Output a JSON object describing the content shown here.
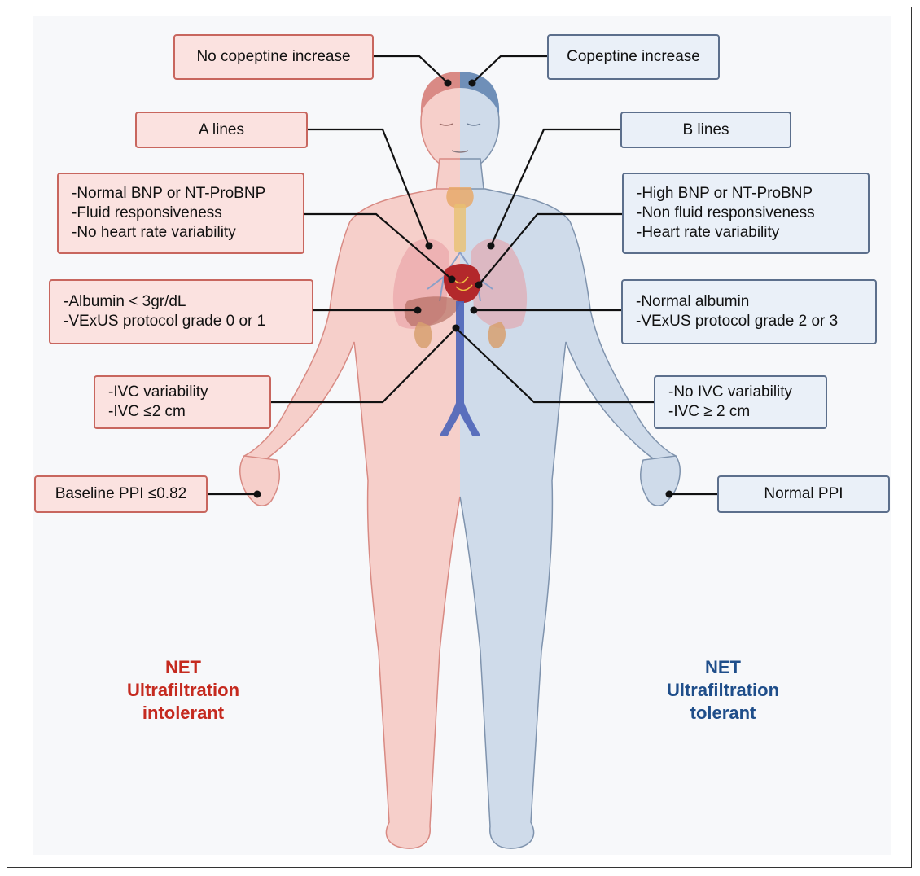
{
  "left": {
    "copeptine": "No copeptine increase",
    "lines": "A lines",
    "bnp": [
      "-Normal BNP or NT-ProBNP",
      "-Fluid responsiveness",
      "-No heart rate variability"
    ],
    "albumin": [
      "-Albumin < 3gr/dL",
      "-VExUS protocol grade 0 or 1"
    ],
    "ivc": [
      "-IVC variability",
      "-IVC ≤2 cm"
    ],
    "ppi": "Baseline PPI ≤0.82",
    "caption": [
      "NET",
      "Ultrafiltration",
      "intolerant"
    ]
  },
  "right": {
    "copeptine": "Copeptine increase",
    "lines": "B lines",
    "bnp": [
      "-High BNP or NT-ProBNP",
      "-Non fluid responsiveness",
      "-Heart rate variability"
    ],
    "albumin": [
      "-Normal albumin",
      "-VExUS protocol grade 2 or 3"
    ],
    "ivc": [
      "-No IVC variability",
      "-IVC ≥ 2 cm"
    ],
    "ppi": "Normal PPI",
    "caption": [
      "NET",
      "Ultrafiltration",
      "tolerant"
    ]
  },
  "colors": {
    "left_accent": "#c52a1f",
    "right_accent": "#1f4e8a",
    "left_body": "#f6c9c4",
    "right_body": "#c7d6e8"
  }
}
